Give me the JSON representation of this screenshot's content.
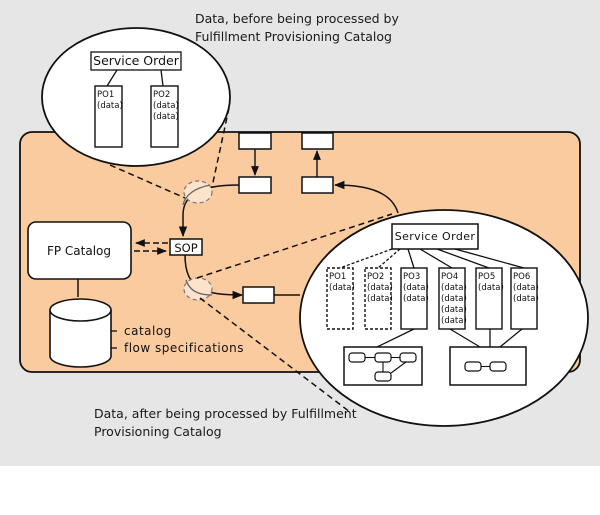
{
  "captions": {
    "before_line1": "Data, before being processed by",
    "before_line2": "Fulfillment Provisioning Catalog",
    "after_line1": "Data, after being processed by Fulfillment",
    "after_line2": "Provisioning Catalog"
  },
  "colors": {
    "background": "#e6e6e6",
    "system_fill": "#fbcba0",
    "stroke": "#111111",
    "white": "#ffffff"
  },
  "before_view": {
    "service_order_label": "Service Order",
    "items": [
      {
        "label": "PO1",
        "data": [
          "(data)"
        ]
      },
      {
        "label": "PO2",
        "data": [
          "(data)",
          "(data)"
        ]
      }
    ]
  },
  "after_view": {
    "service_order_label": "Service Order",
    "items": [
      {
        "label": "PO1",
        "data": [
          "(data)"
        ],
        "dashed": true
      },
      {
        "label": "PO2",
        "data": [
          "(data)",
          "(data)"
        ],
        "dashed": true
      },
      {
        "label": "PO3",
        "data": [
          "(data)",
          "(data)"
        ],
        "dashed": false
      },
      {
        "label": "PO4",
        "data": [
          "(data)",
          "(data)",
          "(data)",
          "(data)"
        ],
        "dashed": false
      },
      {
        "label": "PO5",
        "data": [
          "(data)"
        ],
        "dashed": false
      },
      {
        "label": "PO6",
        "data": [
          "(data)",
          "(data)"
        ],
        "dashed": false
      }
    ]
  },
  "system": {
    "fp_catalog_label": "FP Catalog",
    "sop_label": "SOP",
    "db_labels": [
      "catalog",
      "flow specifications"
    ]
  }
}
